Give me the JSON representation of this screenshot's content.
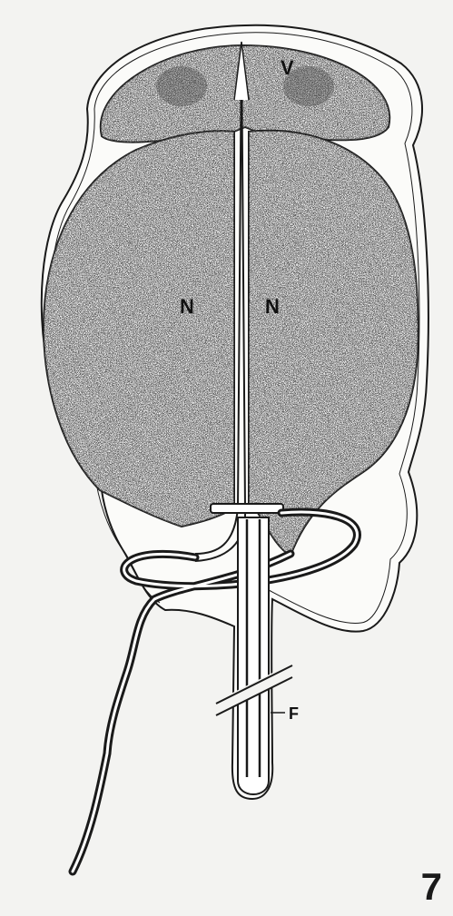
{
  "figure": {
    "number": "7",
    "labels": {
      "vesicle": "V",
      "nucleus_left": "N",
      "nucleus_right": "N",
      "flagellum": "F"
    }
  },
  "colors": {
    "background": "#f3f3f1",
    "ink": "#1a1a1a",
    "stipple": "#3a3a3a",
    "cell_fill": "#fbfbf9"
  }
}
